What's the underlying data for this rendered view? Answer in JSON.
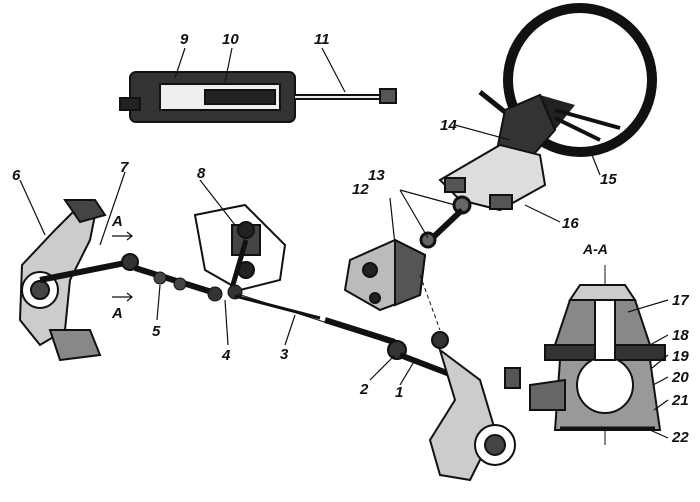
{
  "labels": {
    "l1": "1",
    "l2": "2",
    "l3": "3",
    "l4": "4",
    "l5": "5",
    "l6": "6",
    "l7": "7",
    "l8": "8",
    "l9": "9",
    "l10": "10",
    "l11": "11",
    "l12": "12",
    "l13": "13",
    "l14": "14",
    "l15": "15",
    "l16": "16",
    "l17": "17",
    "l18": "18",
    "l19": "19",
    "l20": "20",
    "l21": "21",
    "l22": "22"
  },
  "section": {
    "marker": "A",
    "title": "A-A"
  },
  "colors": {
    "ink": "#111111",
    "paper": "#ffffff",
    "shade": "#555555"
  }
}
